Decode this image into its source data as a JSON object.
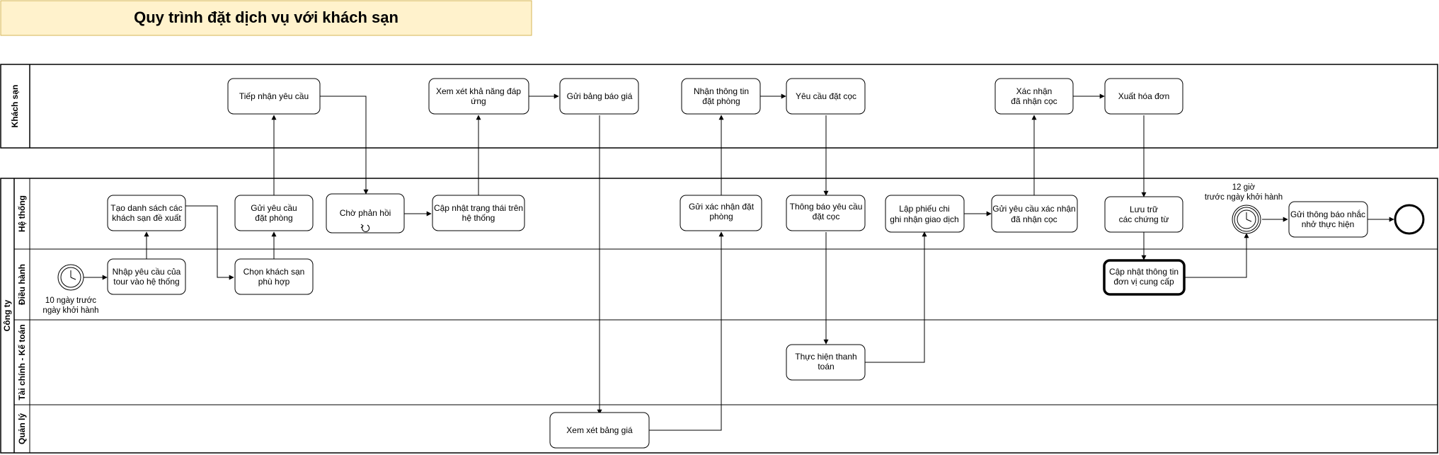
{
  "title": "Quy trình đặt dịch vụ với khách sạn",
  "pools": {
    "hotel": {
      "label": "Khách sạn"
    },
    "company": {
      "label": "Công ty"
    }
  },
  "lanes": {
    "system": "Hệ thống",
    "operations": "Điều hành",
    "finance": "Tài chính - Kế toán",
    "management": "Quản lý"
  },
  "tasks": {
    "receive_request": [
      "Tiếp nhận yêu cầu"
    ],
    "review_capacity": [
      "Xem xét khả năng đáp",
      "ứng"
    ],
    "send_quote": [
      "Gửi bảng báo giá"
    ],
    "receive_booking": [
      "Nhận thông tin",
      "đặt phòng"
    ],
    "request_deposit": [
      "Yêu cầu đặt cọc"
    ],
    "confirm_deposit": [
      "Xác nhận",
      "đã nhận cọc"
    ],
    "issue_invoice": [
      "Xuất hóa đơn"
    ],
    "create_list": [
      "Tạo danh sách các",
      "khách sạn đề xuất"
    ],
    "send_booking": [
      "Gửi yêu cầu",
      "đặt phòng"
    ],
    "wait_reply": [
      "Chờ phản hồi"
    ],
    "update_status": [
      "Cập nhật trạng thái trên",
      "hệ thống"
    ],
    "send_confirm": [
      "Gửi xác nhận đặt",
      "phòng"
    ],
    "notify_deposit": [
      "Thông báo yêu cầu",
      "đặt cọc"
    ],
    "create_voucher": [
      "Lập phiếu chi",
      "ghi nhận giao dịch"
    ],
    "request_confirm": [
      "Gửi yêu cầu xác nhận",
      "đã nhận cọc"
    ],
    "store_docs": [
      "Lưu trữ",
      "các chứng từ"
    ],
    "send_reminder": [
      "Gửi thông báo nhắc",
      "nhở thực hiện"
    ],
    "enter_request": [
      "Nhập yêu cầu của",
      "tour vào hệ thống"
    ],
    "choose_hotel": [
      "Chọn khách sạn",
      "phù hợp"
    ],
    "update_provider": [
      "Cập nhật thông tin",
      "đơn vị cung cấp"
    ],
    "make_payment": [
      "Thực hiện thanh",
      "toán"
    ],
    "review_quote": [
      "Xem xét bảng giá"
    ]
  },
  "events": {
    "timer_start": [
      "10 ngày trước",
      "ngày khởi hành"
    ],
    "timer_mid": [
      "12 giờ",
      "trước ngày khởi hành"
    ]
  },
  "colors": {
    "title_fill": "#fff2cc",
    "title_border": "#d6b656",
    "line": "#000000"
  },
  "icons": [
    "clock-icon",
    "loop-icon",
    "end-event-icon"
  ]
}
